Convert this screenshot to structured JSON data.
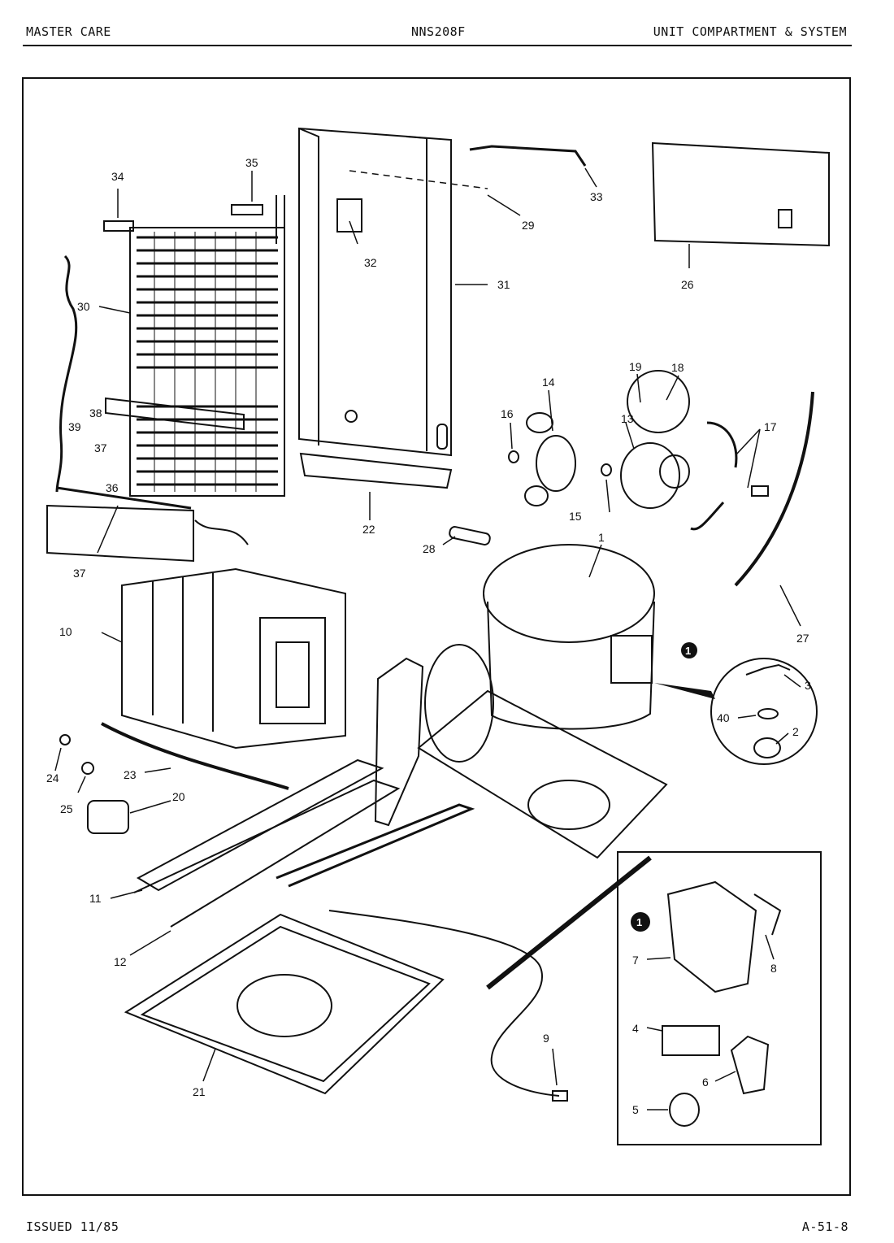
{
  "header": {
    "left": "MASTER CARE",
    "center": "NNS208F",
    "right": "UNIT COMPARTMENT & SYSTEM"
  },
  "footer": {
    "left": "ISSUED 11/85",
    "right": "A-51-8"
  },
  "callouts": {
    "c1": "1",
    "c2": "2",
    "c3": "3",
    "c4": "4",
    "c5": "5",
    "c6": "6",
    "c7": "7",
    "c8": "8",
    "c9": "9",
    "c10": "10",
    "c11": "11",
    "c12": "12",
    "c13": "13",
    "c14": "14",
    "c15": "15",
    "c16": "16",
    "c17": "17",
    "c18": "18",
    "c19": "19",
    "c20": "20",
    "c21": "21",
    "c22": "22",
    "c23": "23",
    "c24": "24",
    "c25": "25",
    "c26": "26",
    "c27": "27",
    "c28": "28",
    "c29": "29",
    "c30": "30",
    "c31": "31",
    "c32": "32",
    "c33": "33",
    "c34": "34",
    "c35": "35",
    "c36": "36",
    "c37a": "37",
    "c37b": "37",
    "c38": "38",
    "c39": "39",
    "c40": "40",
    "ref1": "1",
    "ref1b": "1"
  }
}
